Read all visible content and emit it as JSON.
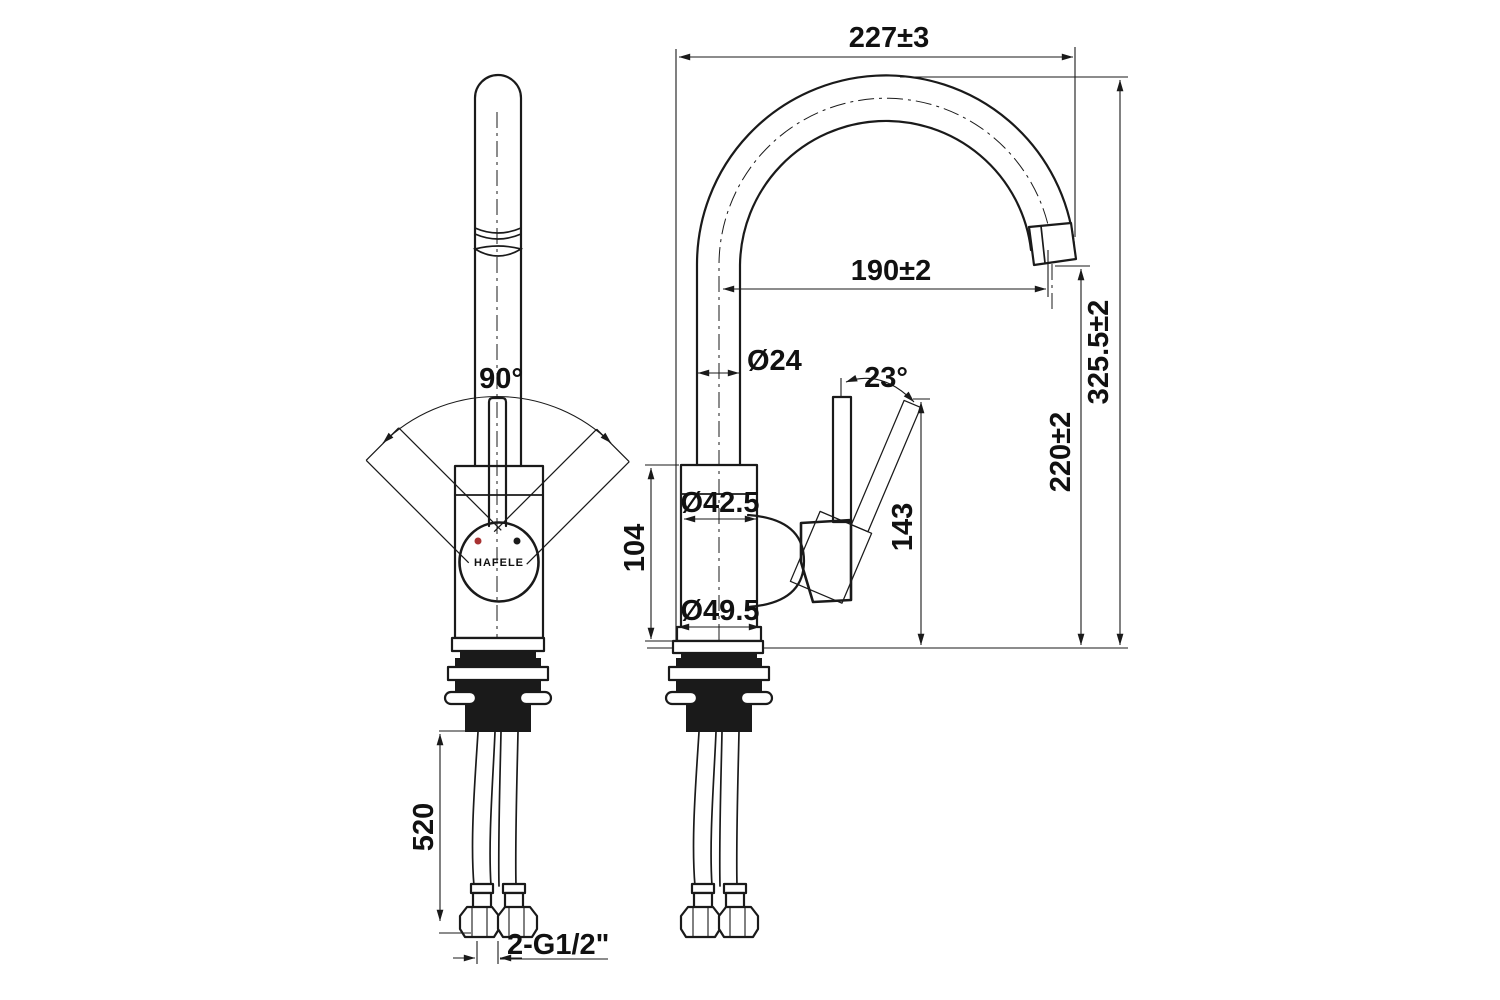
{
  "drawing": {
    "brand": "HAFELE",
    "description": "Single-lever kitchen mixer tap technical drawing, front and side views",
    "dimensions": {
      "overall_reach": "227±3",
      "spout_reach": "190±2",
      "overall_height": "325.5±2",
      "outlet_height": "220±2",
      "spout_diameter": "Ø24",
      "handle_angle": "23°",
      "handle_height": "143",
      "upper_body_diameter": "Ø42.5",
      "body_height": "104",
      "lower_body_diameter": "Ø49.5",
      "swivel_angle": "90°",
      "hose_length": "520",
      "thread_connection": "2-G1/2\""
    },
    "colors": {
      "line": "#1a1a1a",
      "hot_indicator": "#a83232",
      "cold_indicator": "#1a1a1a",
      "background": "#ffffff"
    }
  }
}
